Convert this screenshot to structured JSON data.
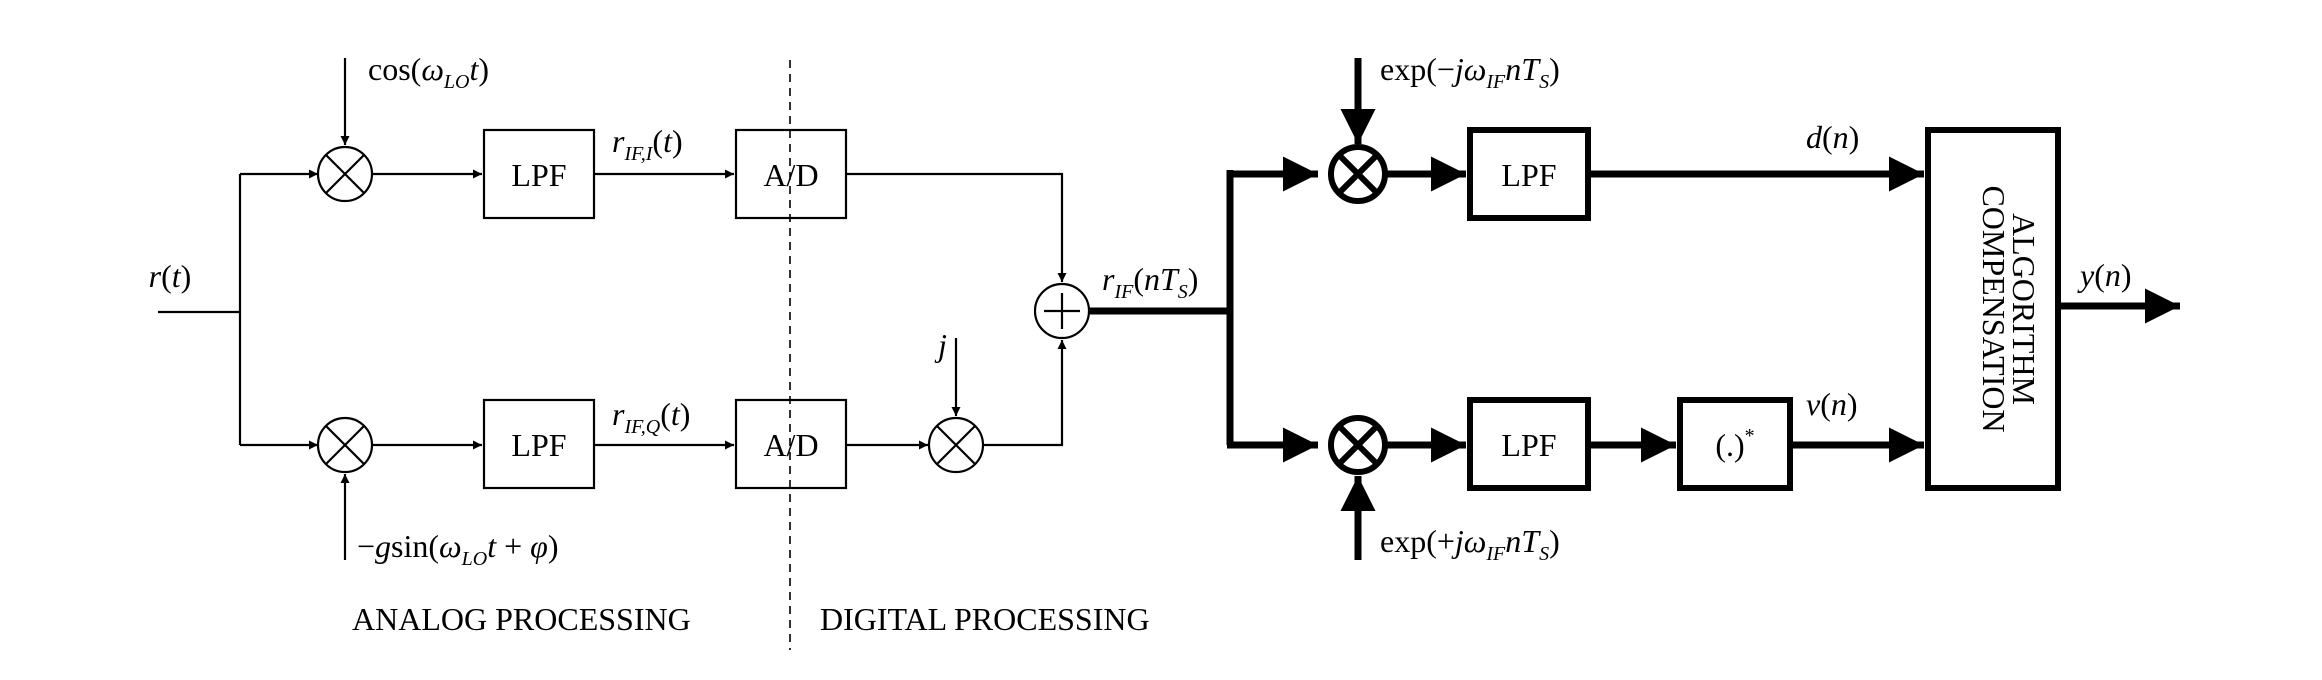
{
  "blocks": {
    "lpf": "LPF",
    "adc": "A/D",
    "conj": "(.)*",
    "comp_line1": "COMPENSATION",
    "comp_line2": "ALGORITHM"
  },
  "signals": {
    "input": "r(t)",
    "lo_i": "cos(ωLOt)",
    "lo_q": "−gsin(ωLOt + φ)",
    "rif_i": "rIF,I(t)",
    "rif_q": "rIF,Q(t)",
    "j": "j",
    "rif_n": "rIF(nTS)",
    "exp_minus": "exp(−jωIFnTS)",
    "exp_plus": "exp(+jωIFnTS)",
    "d_n": "d(n)",
    "v_n": "v(n)",
    "y_n": "y(n)"
  },
  "sections": {
    "analog": "ANALOG PROCESSING",
    "digital": "DIGITAL PROCESSING"
  }
}
